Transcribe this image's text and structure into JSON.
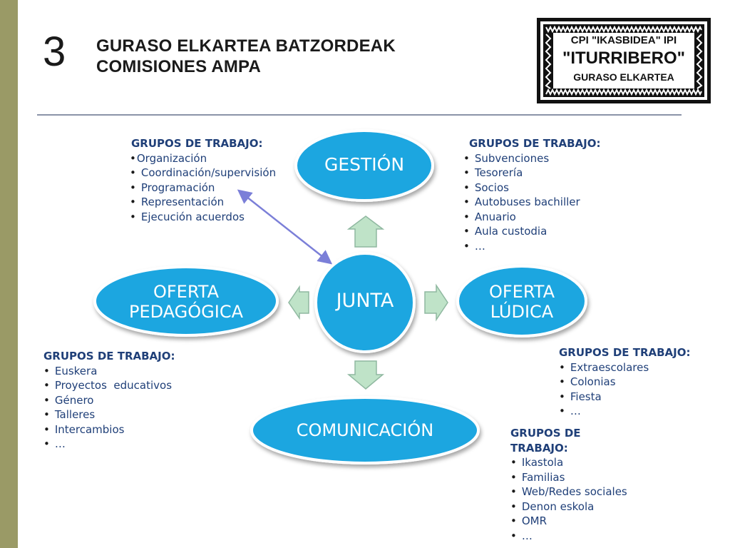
{
  "slide": {
    "number": "3",
    "title_line1": "GURASO ELKARTEA BATZORDEAK",
    "title_line2": "COMISIONES AMPA"
  },
  "logo": {
    "line1": "CPI \"IKASBIDEA\" IPI",
    "line2": "\"ITURRIBERO\"",
    "line3": "GURASO ELKARTEA"
  },
  "nodes": {
    "gestion": "GESTIÓN",
    "junta": "JUNTA",
    "oferta_pedagogica": [
      "OFERTA",
      "PEDAGÓGICA"
    ],
    "oferta_ludica": [
      "OFERTA",
      "LÚDICA"
    ],
    "comunicacion": "COMUNICACIÓN"
  },
  "groups": {
    "junta": {
      "heading": "GRUPOS DE TRABAJO:",
      "items": [
        "Organización",
        "Coordinación/supervisión",
        "Programación",
        "Representación",
        "Ejecución acuerdos"
      ]
    },
    "gestion": {
      "heading": "GRUPOS DE TRABAJO:",
      "items": [
        "Subvenciones",
        "Tesorería",
        "Socios",
        "Autobuses bachiller",
        "Anuario",
        "Aula custodia",
        "…"
      ]
    },
    "pedagogica": {
      "heading": "GRUPOS DE TRABAJO:",
      "items": [
        "Euskera",
        "Proyectos  educativos",
        "Género",
        "Talleres",
        "Intercambios",
        "…"
      ]
    },
    "ludica": {
      "heading": "GRUPOS DE TRABAJO:",
      "items": [
        "Extraescolares",
        "Colonias",
        "Fiesta",
        "…"
      ]
    },
    "comunicacion": {
      "heading_line1": "GRUPOS DE",
      "heading_line2": "TRABAJO:",
      "items": [
        "Ikastola",
        "Familias",
        "Web/Redes sociales",
        "Denon eskola",
        "OMR",
        "…"
      ]
    }
  },
  "colors": {
    "node_fill": "#1fa6e0",
    "node_border": "#ffffff",
    "arrow_fill": "#bfe3c8",
    "arrow_stroke": "#8fb8a0",
    "connector": "#7b7fd8",
    "text_blue": "#1f3f78",
    "left_bar": "#9a9a66"
  }
}
